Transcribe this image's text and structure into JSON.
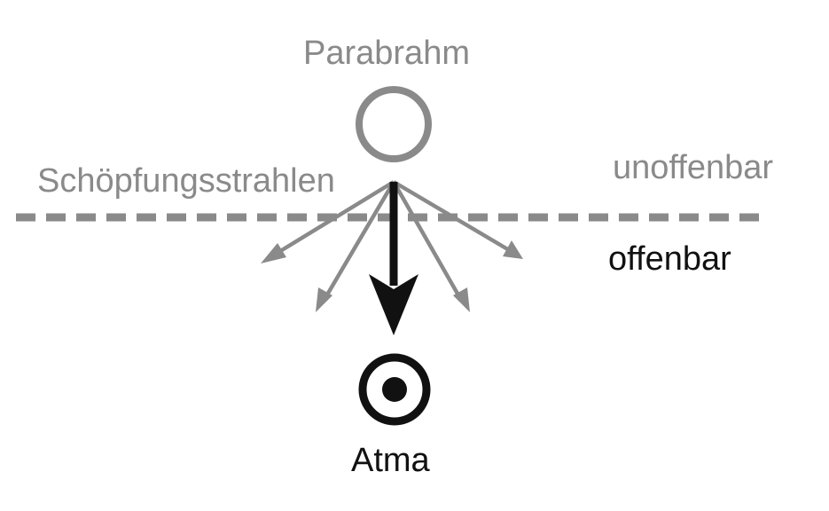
{
  "labels": {
    "top_node": "Parabrahm",
    "rays": "Schöpfungsstrahlen",
    "unmanifest": "unoffenbar",
    "manifest": "offenbar",
    "bottom_node": "Atma"
  },
  "nodes": [
    {
      "id": "parabrahm",
      "shape": "hollow-circle"
    },
    {
      "id": "atma",
      "shape": "circle-with-dot"
    }
  ],
  "edges": [
    {
      "from": "parabrahm",
      "to": "atma",
      "style": "bold",
      "arrow": "large"
    },
    {
      "from": "parabrahm",
      "to": "ray-far-left",
      "style": "thin",
      "arrow": "small"
    },
    {
      "from": "parabrahm",
      "to": "ray-left",
      "style": "thin",
      "arrow": "small"
    },
    {
      "from": "parabrahm",
      "to": "ray-right",
      "style": "thin",
      "arrow": "small"
    },
    {
      "from": "parabrahm",
      "to": "ray-far-right",
      "style": "thin",
      "arrow": "small"
    }
  ],
  "divider": {
    "style": "dashed",
    "separates": [
      "unoffenbar",
      "offenbar"
    ]
  },
  "colors": {
    "unmanifest_gray": "#8a8a8a",
    "manifest_black": "#111111",
    "background": "#ffffff"
  }
}
